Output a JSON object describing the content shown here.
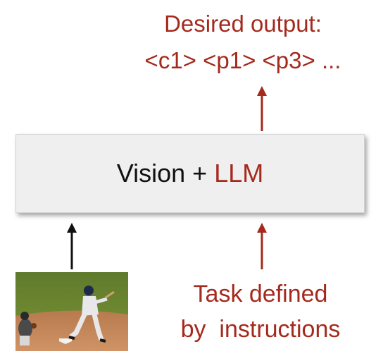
{
  "output": {
    "title": "Desired output:",
    "tokens": "<c1> <p1> <p3> ..."
  },
  "model": {
    "vision_label": "Vision",
    "plus": "+",
    "llm_label": "LLM"
  },
  "task": {
    "line1": "Task defined",
    "line2": "by  instructions"
  },
  "colors": {
    "accent_red": "#a52a1e",
    "box_fill": "#efefef"
  }
}
